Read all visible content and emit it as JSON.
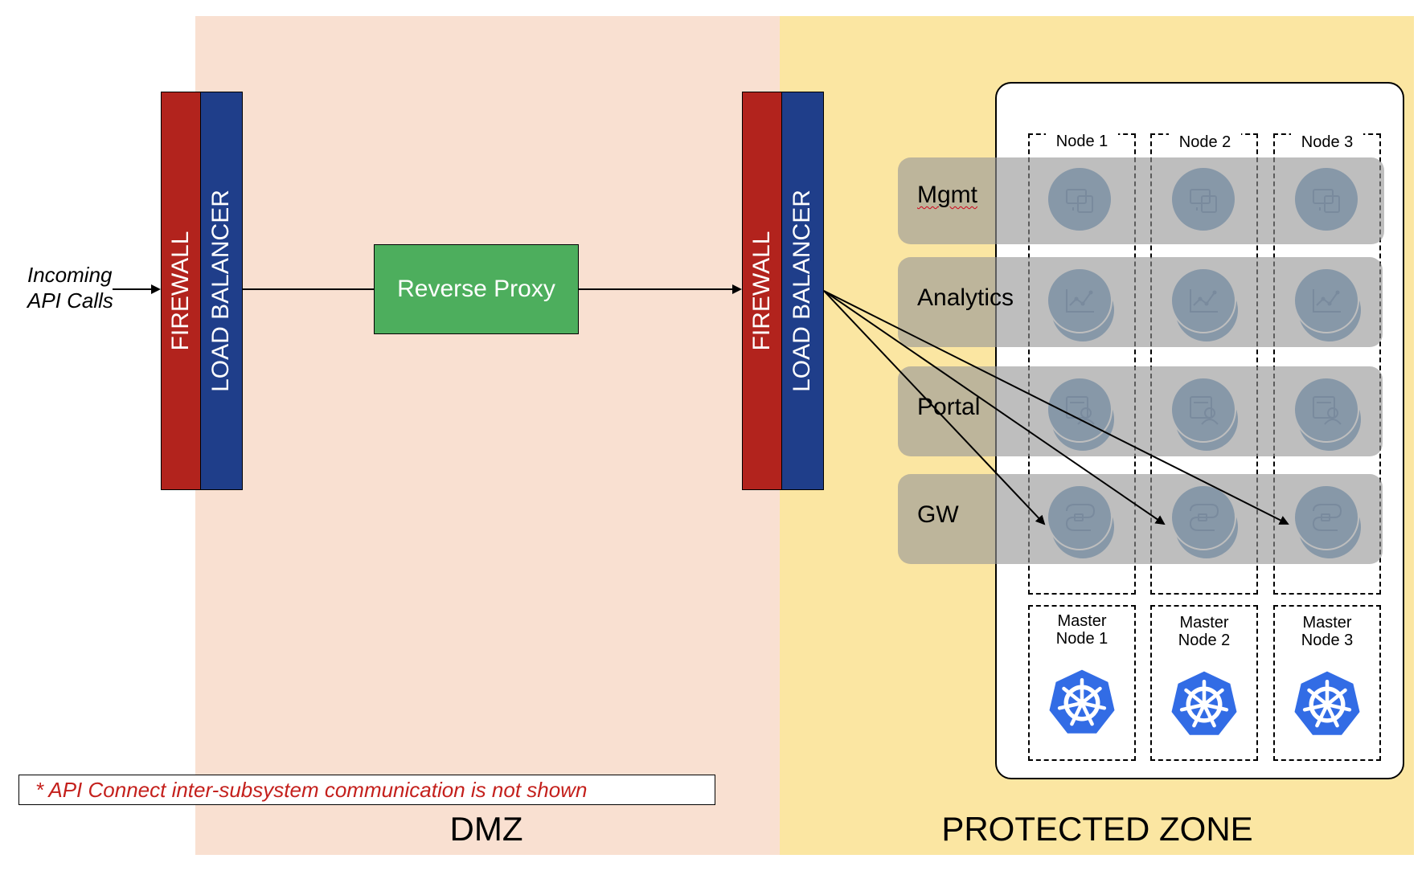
{
  "zones": {
    "dmz": {
      "label": "DMZ",
      "color": "#f9e0d1"
    },
    "protected": {
      "label": "PROTECTED ZONE",
      "color": "#fbe6a2"
    }
  },
  "incoming": {
    "line1": "Incoming",
    "line2": "API Calls"
  },
  "edge_left": {
    "firewall_label": "FIREWALL",
    "lb_label": "LOAD BALANCER"
  },
  "edge_right": {
    "firewall_label": "FIREWALL",
    "lb_label": "LOAD BALANCER"
  },
  "reverse_proxy": {
    "label": "Reverse Proxy"
  },
  "colors": {
    "firewall": "#b2231d",
    "load_balancer": "#1f3e8a",
    "proxy": "#4dae5d",
    "icon_circle": "#6f9bc6",
    "kubernetes": "#326ce5",
    "note_text": "#c4201c"
  },
  "nodes": [
    {
      "label": "Node 1"
    },
    {
      "label": "Node 2"
    },
    {
      "label": "Node 3"
    }
  ],
  "subsystems": [
    {
      "label": "Mgmt",
      "icon": "devices-icon"
    },
    {
      "label": "Analytics",
      "icon": "line-chart-icon"
    },
    {
      "label": "Portal",
      "icon": "portal-user-icon"
    },
    {
      "label": "GW",
      "icon": "gateway-lock-icon"
    }
  ],
  "masters": [
    {
      "line1": "Master",
      "line2": "Node 1",
      "icon": "kubernetes-icon"
    },
    {
      "line1": "Master",
      "line2": "Node 2",
      "icon": "kubernetes-icon"
    },
    {
      "line1": "Master",
      "line2": "Node 3",
      "icon": "kubernetes-icon"
    }
  ],
  "note": {
    "text": "* API Connect inter-subsystem communication is not shown"
  }
}
